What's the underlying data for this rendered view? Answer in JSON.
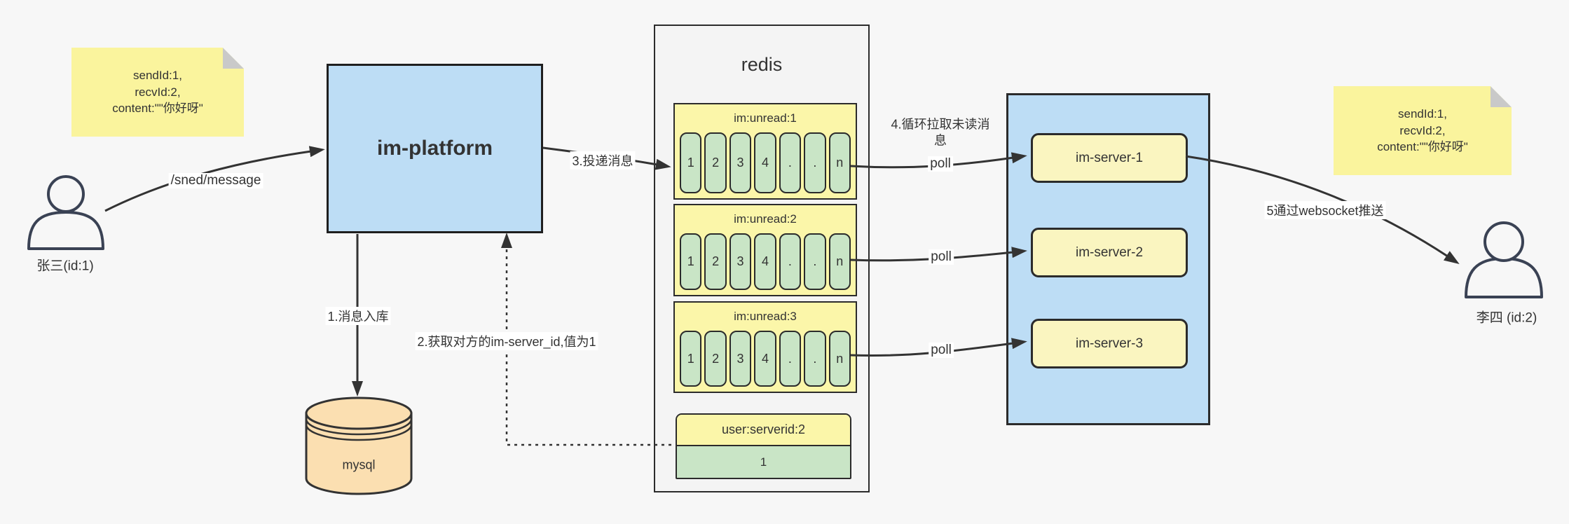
{
  "palette": {
    "background": "#f7f7f7",
    "node_blue": "#bdddf5",
    "note_yellow": "#faf49d",
    "queue_yellow": "#fbf6a9",
    "server_yellow": "#faf5c0",
    "cell_green": "#c9e5c6",
    "db_orange": "#fbdfb1",
    "line": "#333333"
  },
  "actors": {
    "sender": {
      "label": "张三(id:1)"
    },
    "receiver": {
      "label": "李四 (id:2)"
    }
  },
  "notes": {
    "left": {
      "lines": [
        "sendId:1,",
        "recvId:2,",
        "content:\"\"你好呀\""
      ]
    },
    "right": {
      "lines": [
        "sendId:1,",
        "recvId:2,",
        "content:\"\"你好呀\""
      ]
    }
  },
  "platform": {
    "label": "im-platform"
  },
  "database": {
    "label": "mysql"
  },
  "redis": {
    "title": "redis",
    "queues": [
      {
        "name": "im:unread:1",
        "cells": [
          "1",
          "2",
          "3",
          "4",
          ".",
          ".",
          "n"
        ]
      },
      {
        "name": "im:unread:2",
        "cells": [
          "1",
          "2",
          "3",
          "4",
          ".",
          ".",
          "n"
        ]
      },
      {
        "name": "im:unread:3",
        "cells": [
          "1",
          "2",
          "3",
          "4",
          ".",
          ".",
          "n"
        ]
      }
    ],
    "kv": {
      "key": "user:serverid:2",
      "value": "1"
    }
  },
  "servers": {
    "items": [
      {
        "label": "im-server-1"
      },
      {
        "label": "im-server-2"
      },
      {
        "label": "im-server-3"
      }
    ]
  },
  "edges": {
    "send": "/sned/message",
    "step1": "1.消息入库",
    "step2": "2.获取对方的im-server_id,值为1",
    "step3": "3.投递消息",
    "step4": "4.循环拉取未读消息",
    "step5": "5通过websocket推送",
    "poll": "poll"
  }
}
